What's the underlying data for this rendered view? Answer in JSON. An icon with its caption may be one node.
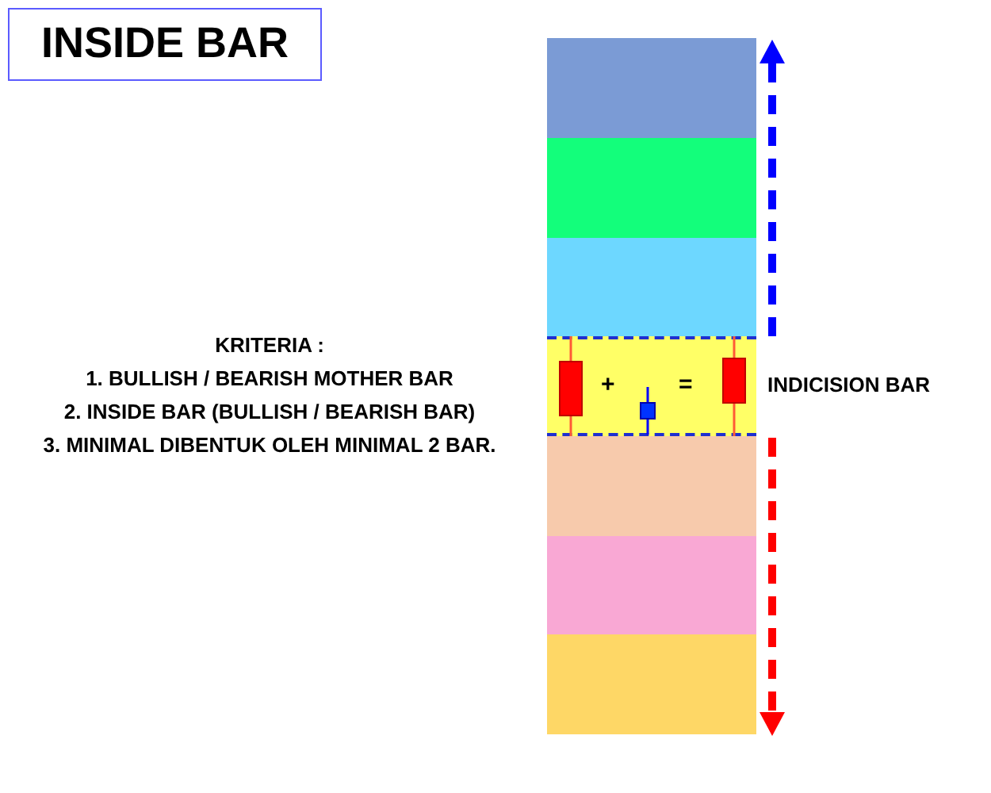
{
  "diagram": {
    "title": "INSIDE BAR",
    "nodes": [
      {
        "text": [],
        "shape": "box"
      },
      {
        "text": [],
        "shape": "box"
      },
      {
        "text": [],
        "shape": "box"
      },
      {
        "text": [
          "+",
          "="
        ],
        "beside": [
          "INDICISION BAR"
        ]
      },
      {
        "text": [],
        "shape": "box"
      },
      {
        "text": [],
        "shape": "box"
      },
      {
        "text": [],
        "shape": "box"
      }
    ],
    "labels": [
      "KRITERIA :",
      "1. BULLISH / BEARISH MOTHER BAR",
      "2. INSIDE BAR (BULLISH / BEARISH BAR)",
      "3. MINIMAL DIBENTUK OLEH MINIMAL 2 BAR."
    ]
  }
}
